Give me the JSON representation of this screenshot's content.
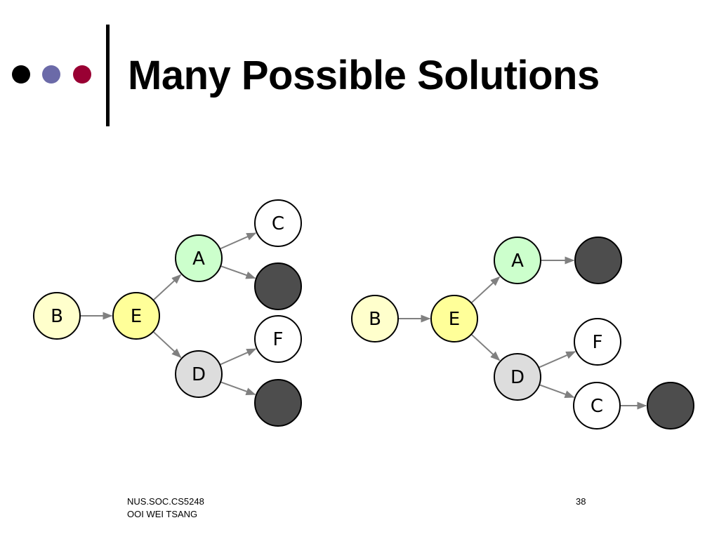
{
  "slide": {
    "title": "Many Possible Solutions",
    "bullet_colors": [
      "#000000",
      "#6b6aa8",
      "#990033"
    ],
    "footer": {
      "course": "NUS.SOC.CS5248",
      "author": "OOI WEI TSANG",
      "page": "38"
    }
  },
  "colors": {
    "light_yellow": "#ffffcc",
    "yellow": "#ffff99",
    "light_green": "#ccffcc",
    "light_gray": "#dddddd",
    "white": "#ffffff",
    "dark": "#4d4d4d",
    "edge": "#808080"
  },
  "diagrams": [
    {
      "nodes": [
        {
          "id": "B",
          "label": "B",
          "fill": "light_yellow"
        },
        {
          "id": "E",
          "label": "E",
          "fill": "yellow"
        },
        {
          "id": "A",
          "label": "A",
          "fill": "light_green"
        },
        {
          "id": "D",
          "label": "D",
          "fill": "light_gray"
        },
        {
          "id": "C",
          "label": "C",
          "fill": "white"
        },
        {
          "id": "X1",
          "label": "",
          "fill": "dark"
        },
        {
          "id": "F",
          "label": "F",
          "fill": "white"
        },
        {
          "id": "X2",
          "label": "",
          "fill": "dark"
        }
      ],
      "edges": [
        [
          "B",
          "E"
        ],
        [
          "E",
          "A"
        ],
        [
          "E",
          "D"
        ],
        [
          "A",
          "C"
        ],
        [
          "A",
          "X1"
        ],
        [
          "D",
          "F"
        ],
        [
          "D",
          "X2"
        ]
      ]
    },
    {
      "nodes": [
        {
          "id": "B",
          "label": "B",
          "fill": "light_yellow"
        },
        {
          "id": "E",
          "label": "E",
          "fill": "yellow"
        },
        {
          "id": "A",
          "label": "A",
          "fill": "light_green"
        },
        {
          "id": "X1",
          "label": "",
          "fill": "dark"
        },
        {
          "id": "D",
          "label": "D",
          "fill": "light_gray"
        },
        {
          "id": "F",
          "label": "F",
          "fill": "white"
        },
        {
          "id": "C",
          "label": "C",
          "fill": "white"
        },
        {
          "id": "X2",
          "label": "",
          "fill": "dark"
        }
      ],
      "edges": [
        [
          "B",
          "E"
        ],
        [
          "E",
          "A"
        ],
        [
          "A",
          "X1"
        ],
        [
          "E",
          "D"
        ],
        [
          "D",
          "F"
        ],
        [
          "D",
          "C"
        ],
        [
          "C",
          "X2"
        ]
      ]
    }
  ]
}
